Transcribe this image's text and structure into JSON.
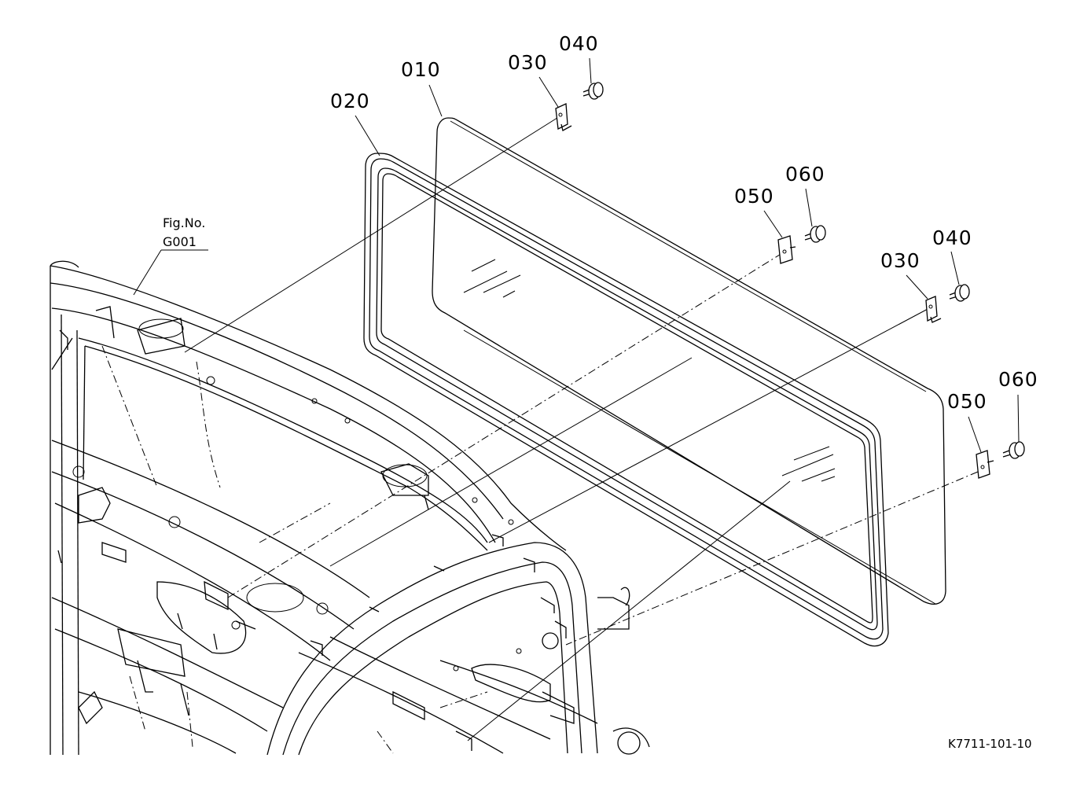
{
  "diagram": {
    "figure_reference": {
      "line1": "Fig.No.",
      "line2": "G001"
    },
    "callouts": [
      {
        "id": "c010",
        "label": "010"
      },
      {
        "id": "c020",
        "label": "020"
      },
      {
        "id": "c030a",
        "label": "030"
      },
      {
        "id": "c040a",
        "label": "040"
      },
      {
        "id": "c050a",
        "label": "050"
      },
      {
        "id": "c060a",
        "label": "060"
      },
      {
        "id": "c030b",
        "label": "030"
      },
      {
        "id": "c040b",
        "label": "040"
      },
      {
        "id": "c050b",
        "label": "050"
      },
      {
        "id": "c060b",
        "label": "060"
      }
    ],
    "drawing_code": "K7711-101-10"
  }
}
